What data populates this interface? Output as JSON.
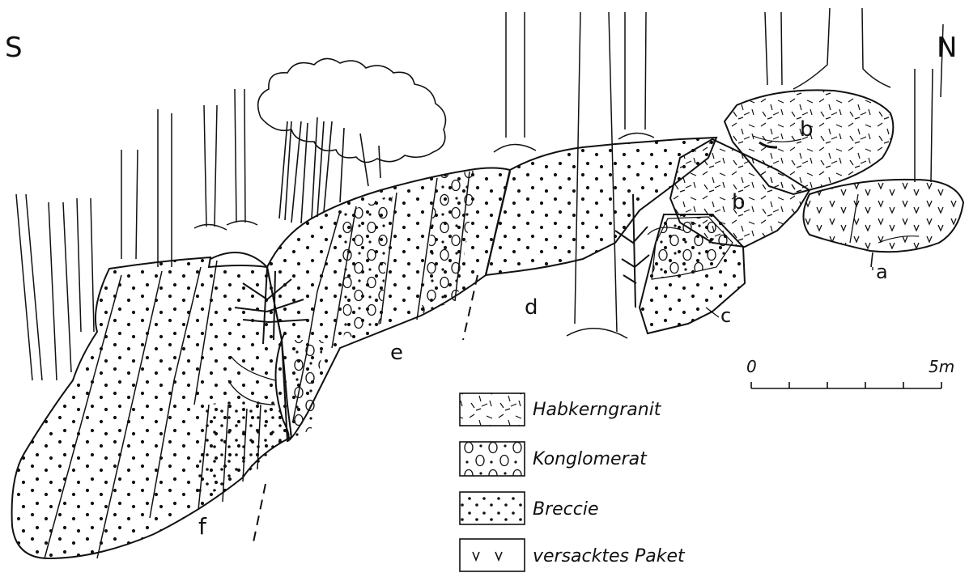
{
  "compass": {
    "south": "S",
    "north": "N"
  },
  "units": {
    "a": "a",
    "b1": "b",
    "b2": "b",
    "c": "c",
    "d": "d",
    "e": "e",
    "f": "f"
  },
  "scale_bar": {
    "start": "0",
    "end": "5m"
  },
  "legend": {
    "items": [
      {
        "key": "granite",
        "label": "Habkerngranit"
      },
      {
        "key": "conglomerate",
        "label": "Konglomerat"
      },
      {
        "key": "breccia",
        "label": "Breccie"
      },
      {
        "key": "slumped",
        "label": "versacktes Paket"
      }
    ]
  },
  "colors": {
    "ink": "#111111",
    "paper": "#ffffff"
  }
}
